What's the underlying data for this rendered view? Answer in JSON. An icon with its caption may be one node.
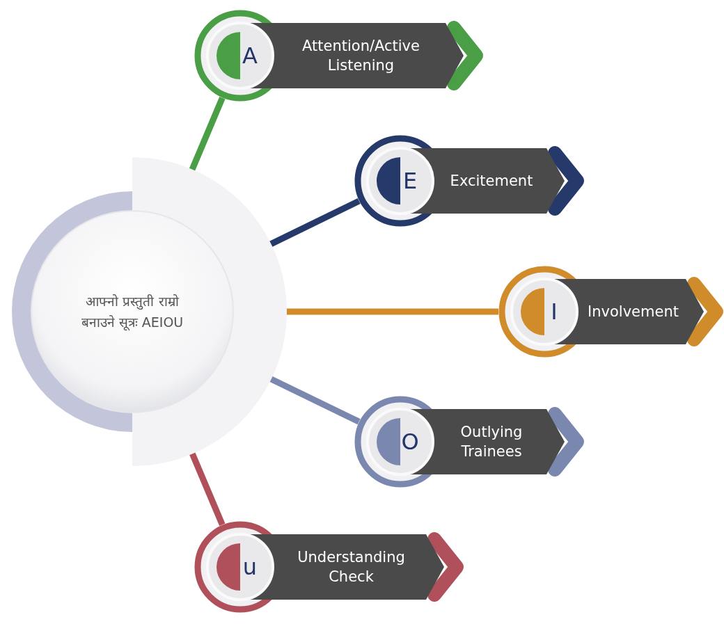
{
  "diagram": {
    "nodes": [
      {
        "text": [
          "आफ्नो प्रस्तुती राम्रो बनाउने सूत्रः AEIOU"
        ]
      },
      {
        "text": [
          "A",
          "Attention/Active Listening"
        ]
      },
      {
        "text": [
          "E",
          "Excitement"
        ]
      },
      {
        "text": [
          "I",
          "Involvement"
        ]
      },
      {
        "text": [
          "O",
          "Outlying Trainees"
        ]
      },
      {
        "text": [
          "u",
          "Understanding Check"
        ]
      }
    ],
    "edges": [
      {
        "from": 0,
        "to": 1,
        "arrow": "none",
        "color": "#4a9e45"
      },
      {
        "from": 0,
        "to": 2,
        "arrow": "none",
        "color": "#253a6a"
      },
      {
        "from": 0,
        "to": 3,
        "arrow": "none",
        "color": "#d08c2a"
      },
      {
        "from": 0,
        "to": 4,
        "arrow": "none",
        "color": "#7a88b0"
      },
      {
        "from": 0,
        "to": 5,
        "arrow": "none",
        "color": "#b0505a"
      }
    ]
  }
}
